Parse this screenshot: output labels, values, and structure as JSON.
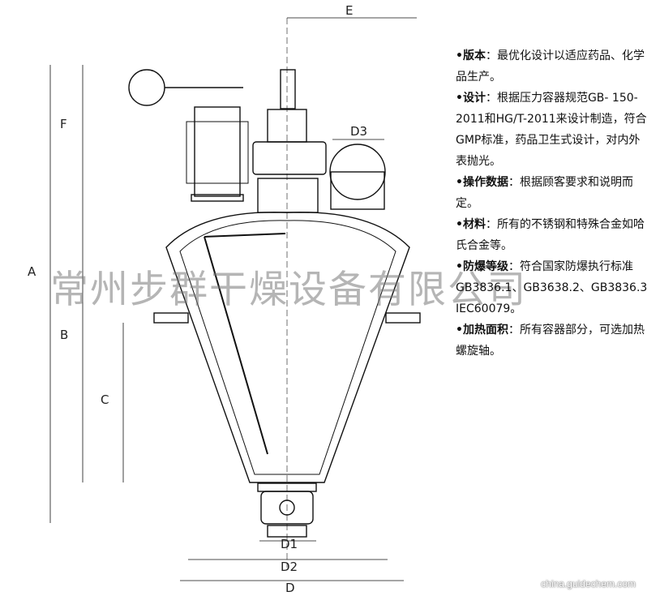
{
  "dimensions": {
    "A": "A",
    "B": "B",
    "C": "C",
    "D": "D",
    "D1": "D1",
    "D2": "D2",
    "D3": "D3",
    "E": "E",
    "F": "F"
  },
  "watermark": "常州步群干燥设备有限公司",
  "specs": [
    {
      "label": "•版本",
      "text": "：最优化设计以适应药品、化学品生产。"
    },
    {
      "label": "•设计",
      "text": "：根据压力容器规范GB- 150-2011和HG/T-2011来设计制造，符合GMP标准，药品卫生式设计，对内外表抛光。"
    },
    {
      "label": "•操作数据",
      "text": "：根据顾客要求和说明而定。"
    },
    {
      "label": "•材料",
      "text": "：所有的不锈钢和特殊合金如哈氏合金等。"
    },
    {
      "label": "•防爆等级",
      "text": "：符合国家防爆执行标准GB3836.1、GB3638.2、GB3836.3 IEC60079。"
    },
    {
      "label": "•加热面积",
      "text": "：所有容器部分，可选加热螺旋轴。"
    }
  ],
  "credit": "china.guidechem.com"
}
